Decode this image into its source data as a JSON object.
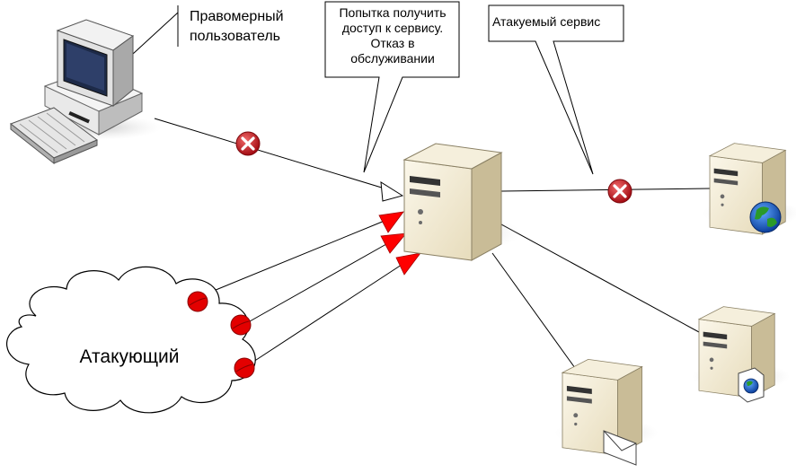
{
  "labels": {
    "legit_user": "Правомерный пользователь",
    "attempt": "Попытка получить доступ к сервису. Отказ в обслуживании",
    "attacked_service": "Атакуемый сервис",
    "attacker": "Атакующий"
  },
  "icons": {
    "user": "desktop-computer-icon",
    "main_server": "server-icon",
    "web_server": "web-server-globe-icon",
    "mail_server": "mail-server-envelope-icon",
    "file_server": "file-server-document-icon",
    "attacker": "cloud-icon",
    "blocked": "red-x-icon"
  },
  "colors": {
    "server_body": "#f2ead3",
    "server_side": "#c9bc97",
    "blocked_red": "#c0101a",
    "attack_arrow": "#ff0000",
    "globe_blue": "#1d5fd0",
    "globe_green": "#2a9a2a"
  }
}
